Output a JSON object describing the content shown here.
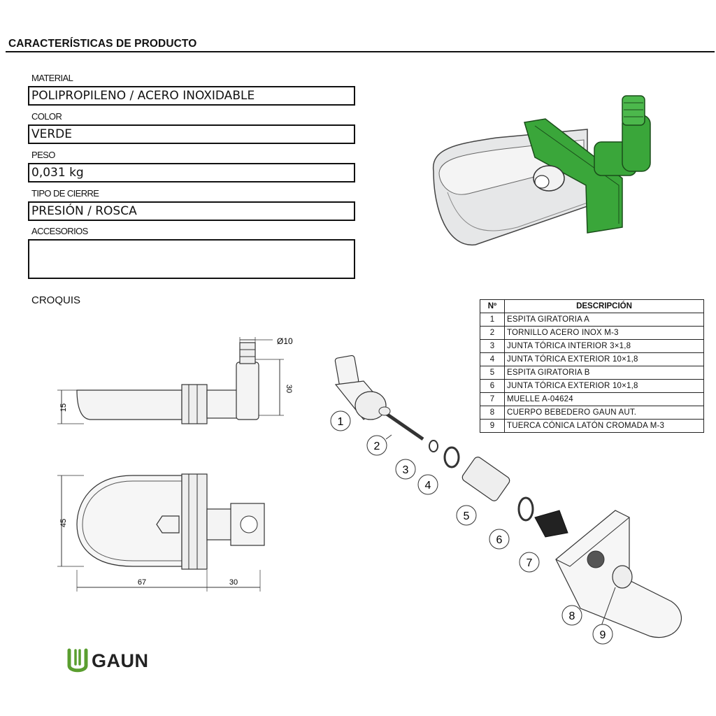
{
  "header": {
    "title": "CARACTERÍSTICAS DE PRODUCTO"
  },
  "fields": [
    {
      "label": "MATERIAL",
      "value": "POLIPROPILENO / ACERO INOXIDABLE"
    },
    {
      "label": "COLOR",
      "value": "VERDE"
    },
    {
      "label": "PESO",
      "value": "0,031 kg"
    },
    {
      "label": "TIPO DE CIERRE",
      "value": "PRESIÓN / ROSCA"
    },
    {
      "label": "ACCESORIOS",
      "value": ""
    }
  ],
  "sketch": {
    "heading": "CROQUIS",
    "dimensions": {
      "diameter": "Ø10",
      "height_spout": "30",
      "height_bowl": "15",
      "width": "45",
      "length_bowl": "67",
      "length_spout": "30"
    }
  },
  "parts_table": {
    "headers": [
      "Nº",
      "DESCRIPCIÓN"
    ],
    "rows": [
      {
        "n": "1",
        "desc": "ESPITA GIRATORIA A"
      },
      {
        "n": "2",
        "desc": "TORNILLO ACERO INOX M-3"
      },
      {
        "n": "3",
        "desc": "JUNTA TÓRICA INTERIOR 3×1,8"
      },
      {
        "n": "4",
        "desc": "JUNTA TÓRICA EXTERIOR 10×1,8"
      },
      {
        "n": "5",
        "desc": "ESPITA GIRATORIA B"
      },
      {
        "n": "6",
        "desc": "JUNTA TÓRICA EXTERIOR 10×1,8"
      },
      {
        "n": "7",
        "desc": "MUELLE A-04624"
      },
      {
        "n": "8",
        "desc": "CUERPO BEBEDERO GAUN AUT."
      },
      {
        "n": "9",
        "desc": "TUERCA CÓNICA LATÓN CROMADA M-3"
      }
    ]
  },
  "callouts": [
    "1",
    "2",
    "3",
    "4",
    "5",
    "6",
    "7",
    "8",
    "9"
  ],
  "brand": {
    "name": "GAUN",
    "color": "#5a9e2f",
    "product_color": "#3aa63a",
    "logo_icon": "gaun-logo-icon"
  }
}
